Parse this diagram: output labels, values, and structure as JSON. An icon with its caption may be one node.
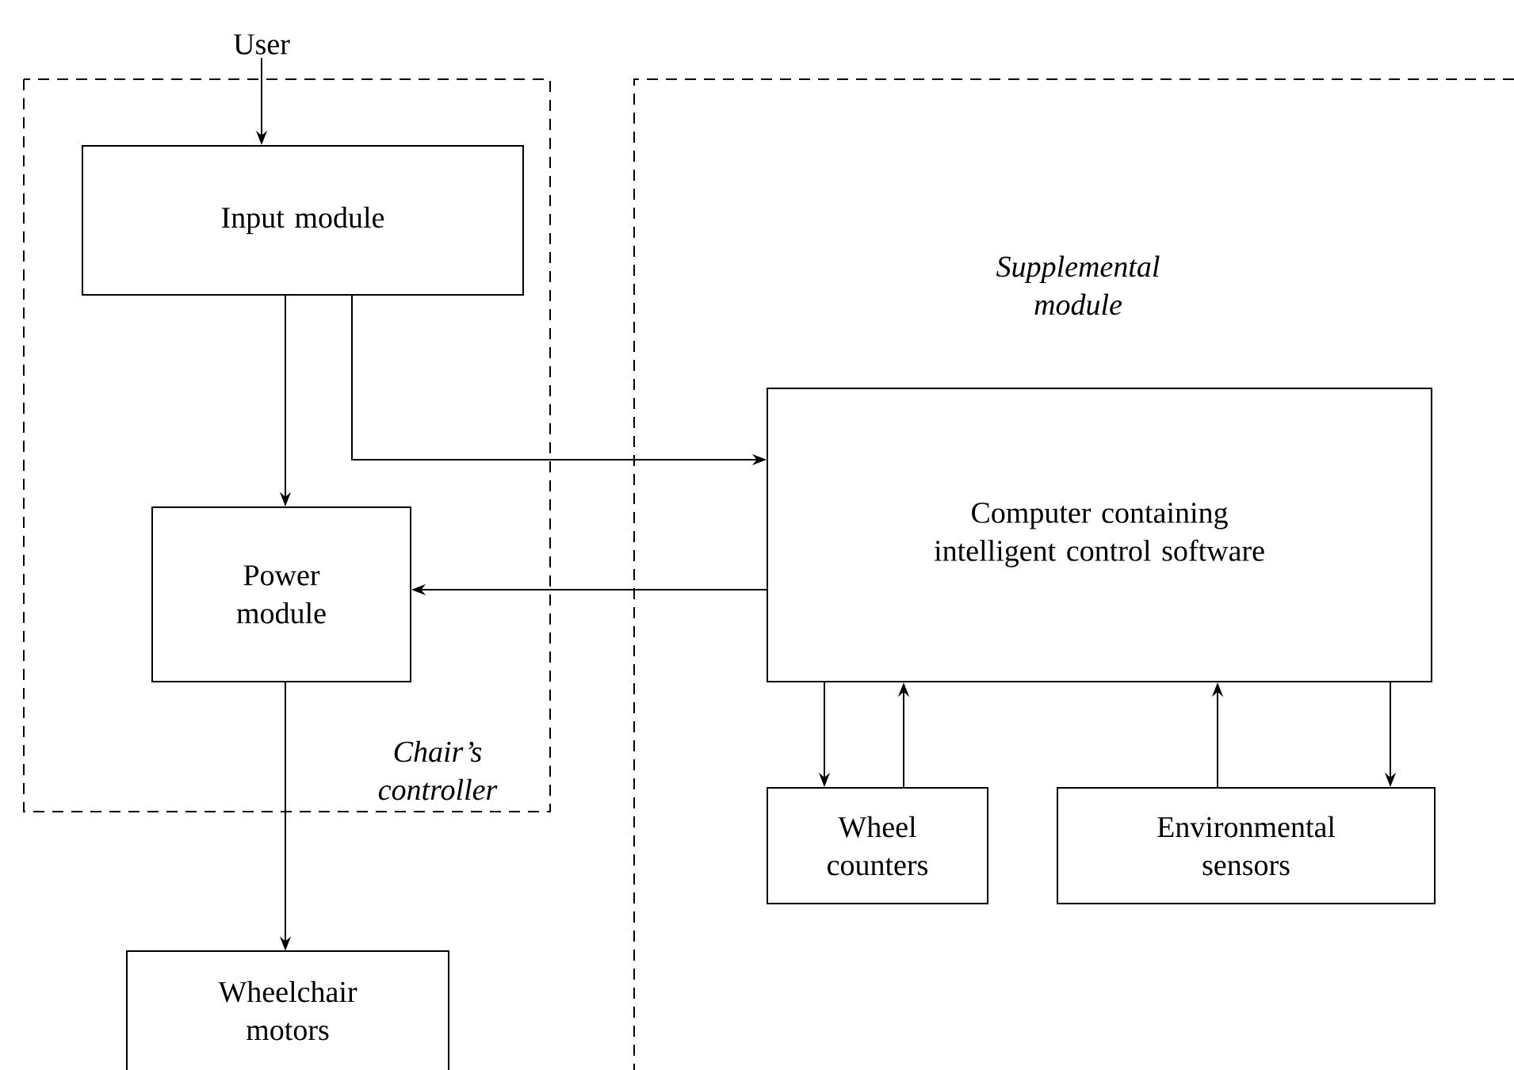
{
  "diagram": {
    "nodes": [
      {
        "text": [
          "User"
        ]
      },
      {
        "text": [
          "Chair’s controller"
        ]
      },
      {
        "text": [
          "Input module"
        ],
        "in": 1
      },
      {
        "text": [
          "Power module"
        ],
        "in": 1
      },
      {
        "text": [
          "Supplemental module"
        ]
      },
      {
        "text": [
          "Computer containing intelligent control software"
        ],
        "in": 4
      },
      {
        "text": [
          "Wheel counters"
        ],
        "in": 4
      },
      {
        "text": [
          "Environmental sensors"
        ],
        "in": 4
      },
      {
        "text": [
          "Wheelchair motors"
        ]
      }
    ],
    "edges": [
      {
        "from": 0,
        "to": 2,
        "arrow": "to"
      },
      {
        "from": 2,
        "to": 3,
        "arrow": "to"
      },
      {
        "from": 2,
        "to": 5,
        "arrow": "to"
      },
      {
        "from": 5,
        "to": 3,
        "arrow": "to"
      },
      {
        "from": 3,
        "to": 8,
        "arrow": "to"
      },
      {
        "from": 5,
        "to": 6,
        "arrow": "to"
      },
      {
        "from": 6,
        "to": 5,
        "arrow": "to"
      },
      {
        "from": 7,
        "to": 5,
        "arrow": "to"
      },
      {
        "from": 5,
        "to": 7,
        "arrow": "to"
      }
    ]
  }
}
